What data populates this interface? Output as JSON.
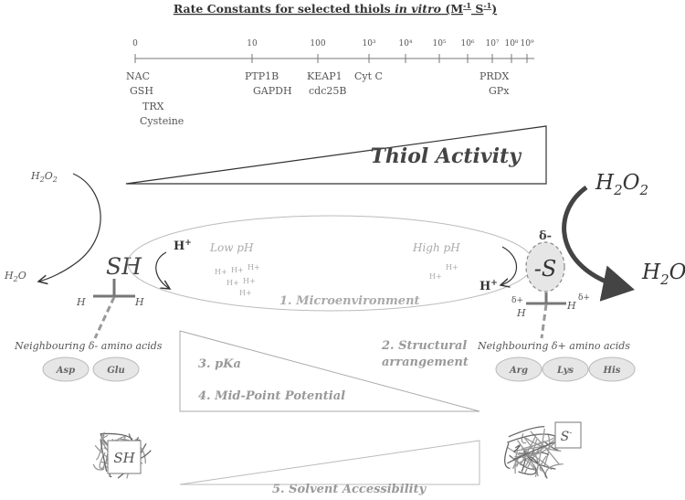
{
  "title": {
    "main": "Rate Constants for selected thiols ",
    "italic": "in vitro",
    "units": " (M",
    "sup1": "-1",
    "mid": " S",
    "sup2": "-1",
    "close": ")"
  },
  "scale_ticks": [
    {
      "label": "0"
    },
    {
      "label": "10"
    },
    {
      "label": "100"
    },
    {
      "label": "10³"
    },
    {
      "label": "10⁴"
    },
    {
      "label": "10⁵"
    },
    {
      "label": "10⁶"
    },
    {
      "label": "10⁷"
    },
    {
      "label": "10⁸"
    },
    {
      "label": "10⁹"
    }
  ],
  "thiol_labels": [
    "NAC",
    "GSH",
    "TRX",
    "Cysteine",
    "PTP1B",
    "GAPDH",
    "KEAP1",
    "cdc25B",
    "Cyt C",
    "PRDX",
    "GPx"
  ],
  "thiol_activity": "Thiol Activity",
  "left": {
    "h2o2": "H",
    "h2o2_sub1": "2",
    "h2o2_o": "O",
    "h2o2_sub2": "2",
    "h2o": "H",
    "h2o_sub": "2",
    "h2o_o": "O",
    "sh": "SH",
    "h_plus": "H",
    "h_plus_sup": "+",
    "h_left": "H",
    "h_right": "H",
    "neighbouring": "Neighbouring δ- amino acids",
    "residues": [
      "Asp",
      "Glu"
    ]
  },
  "center": {
    "low_ph": "Low pH",
    "high_ph": "High pH",
    "proton": "H+",
    "microenvironment": "1. Microenvironment",
    "structural_1": "2. Structural",
    "structural_2": "arrangement",
    "pka": "3. pKa",
    "midpoint": "4. Mid-Point Potential",
    "solvent": "5. Solvent Accessibility"
  },
  "right": {
    "h2o2": "H",
    "h2o2_sub1": "2",
    "h2o2_o": "O",
    "h2o2_sub2": "2",
    "h2o": "H",
    "h2o_sub": "2",
    "h2o_o": "O",
    "delta": "δ-",
    "s_minus": "-S",
    "h_plus": "H",
    "h_plus_sup": "+",
    "delta_plus": "δ+",
    "h_left": "H",
    "h_right": "H",
    "neighbouring": "Neighbouring δ+ amino acids",
    "residues": [
      "Arg",
      "Lys",
      "His"
    ]
  },
  "bottom": {
    "protein_sh": "SH",
    "protein_s": "S",
    "protein_s_sup": "-"
  }
}
